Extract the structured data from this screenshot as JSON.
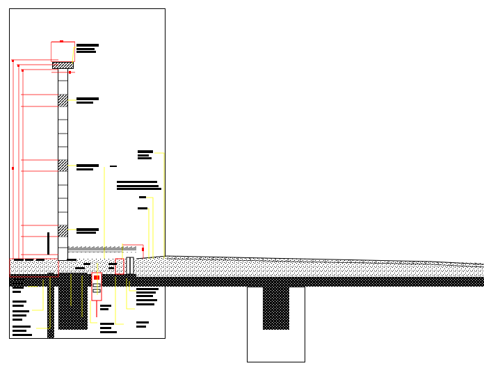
{
  "drawing": {
    "colors": {
      "background": "#ffffff",
      "linework": "#000000",
      "dimension": "#ff0000",
      "leader": "#ffff00",
      "fill": "#000000"
    },
    "parts": [
      "sheet-frame",
      "section-column",
      "column-cap",
      "dimension-lines",
      "annotation-leaders",
      "annotation-text-blocks",
      "ground-profile",
      "foundation-pit",
      "lamp-fixture",
      "bollard"
    ]
  }
}
